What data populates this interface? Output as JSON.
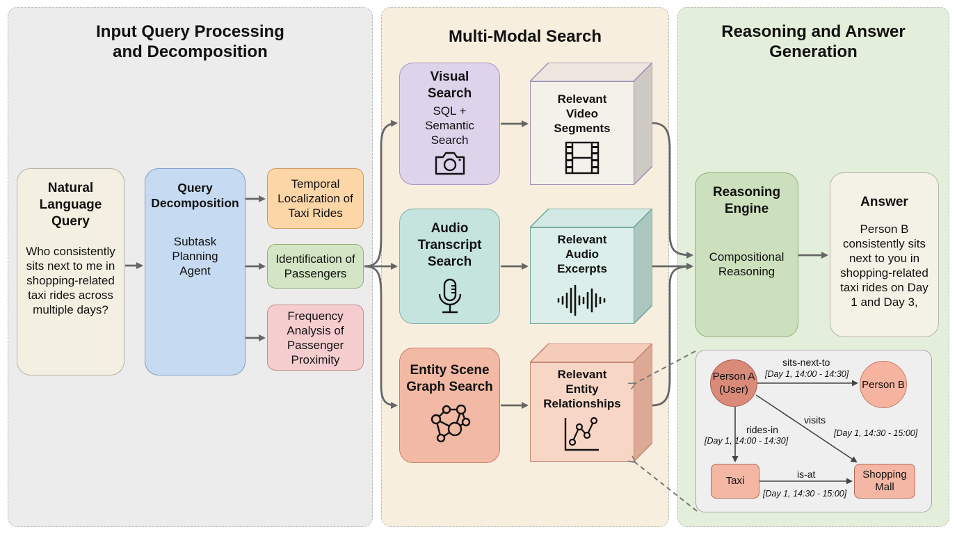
{
  "panels": {
    "input": {
      "title": "Input Query Processing\nand Decomposition",
      "color": "#ececec"
    },
    "search": {
      "title": "Multi-Modal Search",
      "color": "#f8eedd"
    },
    "reasoning": {
      "title": "Reasoning and Answer\nGeneration",
      "color": "#e4efdb"
    }
  },
  "input": {
    "nl_query": {
      "title": "Natural\nLanguage\nQuery",
      "body": "Who consistently\nsits next to me in\nshopping-related\ntaxi rides across\nmultiple days?",
      "color": "#f3f0e1"
    },
    "decomposition": {
      "title": "Query\nDecomposition",
      "body": "Subtask\nPlanning\nAgent",
      "color": "#c6dbf1"
    },
    "subtasks": [
      {
        "label": "Temporal\nLocalization of\nTaxi Rides",
        "color": "#fdd6a8"
      },
      {
        "label": "Identification of\nPassengers",
        "color": "#d3e5c4"
      },
      {
        "label": "Frequency\nAnalysis of\nPassenger\nProximity",
        "color": "#f6cdcf"
      }
    ]
  },
  "search": {
    "modules": [
      {
        "title": "Visual\nSearch",
        "body": "SQL +\nSemantic\nSearch",
        "icon": "camera-icon",
        "color": "#ddd4ec"
      },
      {
        "title": "Audio\nTranscript\nSearch",
        "body": "",
        "icon": "microphone-icon",
        "color": "#c5e4de"
      },
      {
        "title": "Entity Scene\nGraph Search",
        "body": "",
        "icon": "graph-network-icon",
        "color": "#f2b9a5"
      }
    ],
    "outputs": [
      {
        "title": "Relevant\nVideo\nSegments",
        "icon": "film-strip-icon",
        "color": "#f4f1ea"
      },
      {
        "title": "Relevant\nAudio\nExcerpts",
        "icon": "sound-wave-icon",
        "color": "#dbeee9"
      },
      {
        "title": "Relevant\nEntity\nRelationships",
        "icon": "line-chart-icon",
        "color": "#f8d6c6"
      }
    ]
  },
  "reasoning": {
    "engine": {
      "title": "Reasoning\nEngine",
      "body": "Compositional\nReasoning",
      "color": "#cde0bd"
    },
    "answer": {
      "title": "Answer",
      "body": "Person B\nconsistently sits\nnext to you in\nshopping-related\ntaxi rides on Day\n1 and Day 3,",
      "color": "#f4f2e6"
    }
  },
  "scene_graph": {
    "nodes": {
      "person_a": "Person A\n(User)",
      "person_b": "Person B",
      "taxi": "Taxi",
      "mall": "Shopping\nMall"
    },
    "edges": {
      "sits_next_to": {
        "label": "sits-next-to",
        "time": "[Day 1, 14:00 - 14:30]"
      },
      "rides_in": {
        "label": "rides-in",
        "time": "[Day 1, 14:00 - 14:30]"
      },
      "visits": {
        "label": "visits",
        "time": "[Day 1, 14:30 - 15:00]"
      },
      "is_at": {
        "label": "is-at",
        "time": "[Day 1, 14:30 - 15:00]"
      }
    }
  }
}
